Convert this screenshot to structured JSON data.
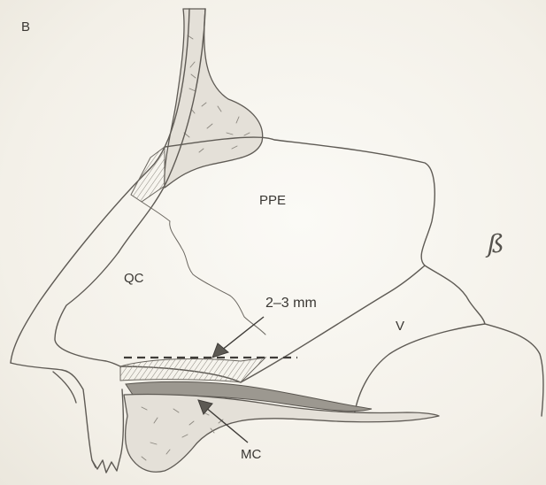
{
  "figure": {
    "panel_letter": "B",
    "signature_mark": "ß"
  },
  "labels": {
    "ppe": "PPE",
    "qc": "QC",
    "dimension": "2–3 mm",
    "v": "V",
    "mc": "MC"
  },
  "colors": {
    "line": "#5f5b55",
    "bone_fill": "#e4e0d8",
    "dark_bone": "#9c9890",
    "background": "#f4f1ea"
  }
}
